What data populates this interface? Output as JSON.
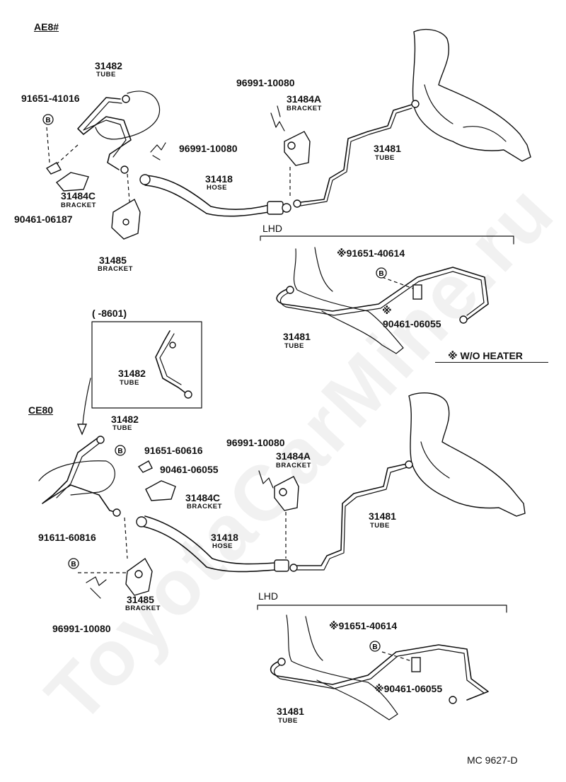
{
  "watermark": "ToyotaCarMine.ru",
  "sections": {
    "ae8": "AE8#",
    "ce80": "CE80",
    "lhd_top": "LHD",
    "lhd_bottom": "LHD",
    "inset_range": "(  -8601)",
    "wo_heater": "※ W/O HEATER"
  },
  "markers": {
    "b": "B",
    "asterisk": "※"
  },
  "parts": {
    "top": {
      "p31482": {
        "num": "31482",
        "sub": "TUBE"
      },
      "p91651_41016": "91651-41016",
      "p96991_10080_a": "96991-10080",
      "p31484a": {
        "num": "31484A",
        "sub": "BRACKET"
      },
      "p96991_10080_b": "96991-10080",
      "p31481": {
        "num": "31481",
        "sub": "TUBE"
      },
      "p31418": {
        "num": "31418",
        "sub": "HOSE"
      },
      "p31484c": {
        "num": "31484C",
        "sub": "BRACKET"
      },
      "p90461_06187": "90461-06187",
      "p31485": {
        "num": "31485",
        "sub": "BRACKET"
      },
      "lhd_91651_40614": "※91651-40614",
      "lhd_90461_06055": "90461-06055",
      "lhd_31481": {
        "num": "31481",
        "sub": "TUBE"
      }
    },
    "inset": {
      "p31482": {
        "num": "31482",
        "sub": "TUBE"
      }
    },
    "bottom": {
      "p31482": {
        "num": "31482",
        "sub": "TUBE"
      },
      "p91651_60616": "91651-60616",
      "p90461_06055": "90461-06055",
      "p96991_10080_a": "96991-10080",
      "p31484a": {
        "num": "31484A",
        "sub": "BRACKET"
      },
      "p31484c": {
        "num": "31484C",
        "sub": "BRACKET"
      },
      "p31481": {
        "num": "31481",
        "sub": "TUBE"
      },
      "p91611_60816": "91611-60816",
      "p31418": {
        "num": "31418",
        "sub": "HOSE"
      },
      "p31485": {
        "num": "31485",
        "sub": "BRACKET"
      },
      "p96991_10080_b": "96991-10080",
      "lhd_91651_40614": "※91651-40614",
      "lhd_90461_06055": "※90461-06055",
      "lhd_31481": {
        "num": "31481",
        "sub": "TUBE"
      }
    }
  },
  "footer_code": "MC 9627-D"
}
